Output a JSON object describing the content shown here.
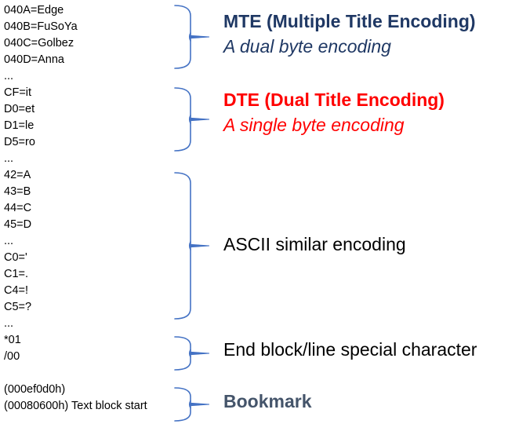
{
  "colors": {
    "brace": "#4472C4",
    "mte": "#1F3864",
    "dte": "#FF0000",
    "plain": "#000000",
    "bookmark": "#44546A"
  },
  "table_lines": [
    "040A=Edge",
    "040B=FuSoYa",
    "040C=Golbez",
    "040D=Anna",
    "...",
    "CF=it",
    "D0=et",
    "D1=le",
    "D5=ro",
    "...",
    "42=A",
    "43=B",
    "44=C",
    "45=D",
    "...",
    "C0='",
    "C1=.",
    "C4=!",
    "C5=?",
    "...",
    "*01",
    "/00",
    "",
    "(000ef0d0h)",
    "(00080600h) Text block start"
  ],
  "annotations": {
    "mte": {
      "title": "MTE (Multiple Title Encoding)",
      "subtitle": "A dual byte encoding"
    },
    "dte": {
      "title": "DTE (Dual Title Encoding)",
      "subtitle": "A single byte encoding"
    },
    "ascii": {
      "label": "ASCII similar encoding"
    },
    "end_block": {
      "label": "End block/line special character"
    },
    "bookmark": {
      "label": "Bookmark"
    }
  }
}
